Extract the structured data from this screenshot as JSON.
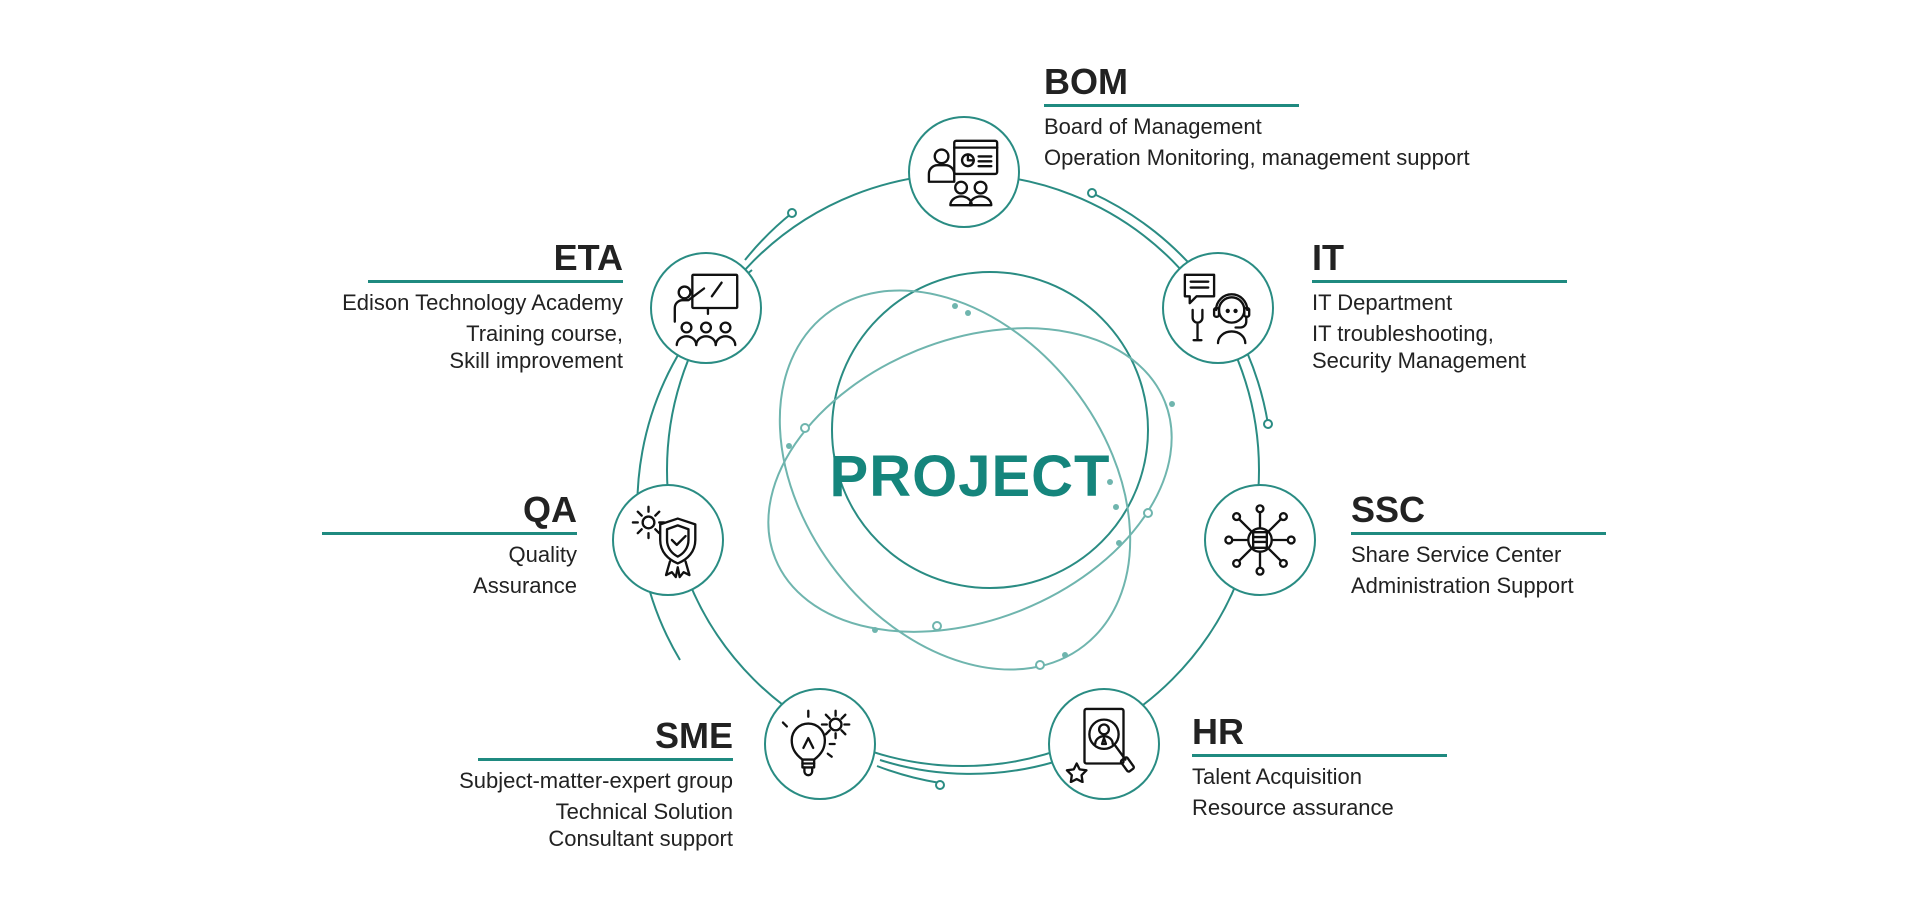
{
  "center": {
    "title": "PROJECT"
  },
  "colors": {
    "accent": "#15857c",
    "ring": "#2a8c83",
    "orbit": "#6fb5ae"
  },
  "departments": [
    {
      "id": "bom",
      "title": "BOM",
      "icon": "presentation-icon",
      "lines": [
        "Board of Management",
        "Operation Monitoring, management support"
      ]
    },
    {
      "id": "it",
      "title": "IT",
      "icon": "support-headset-icon",
      "lines": [
        "IT Department",
        "IT troubleshooting,",
        "Security Management"
      ]
    },
    {
      "id": "ssc",
      "title": "SSC",
      "icon": "network-hub-icon",
      "lines": [
        "Share Service Center",
        "Administration Support"
      ]
    },
    {
      "id": "hr",
      "title": "HR",
      "icon": "talent-search-icon",
      "lines": [
        "Talent Acquisition",
        "Resource assurance"
      ]
    },
    {
      "id": "sme",
      "title": "SME",
      "icon": "idea-gear-icon",
      "lines": [
        "Subject-matter-expert group",
        "Technical Solution",
        "Consultant support"
      ]
    },
    {
      "id": "qa",
      "title": "QA",
      "icon": "quality-shield-icon",
      "lines": [
        "Quality",
        "Assurance"
      ]
    },
    {
      "id": "eta",
      "title": "ETA",
      "icon": "training-class-icon",
      "lines": [
        "Edison Technology Academy",
        "Training course,",
        "Skill improvement"
      ]
    }
  ]
}
